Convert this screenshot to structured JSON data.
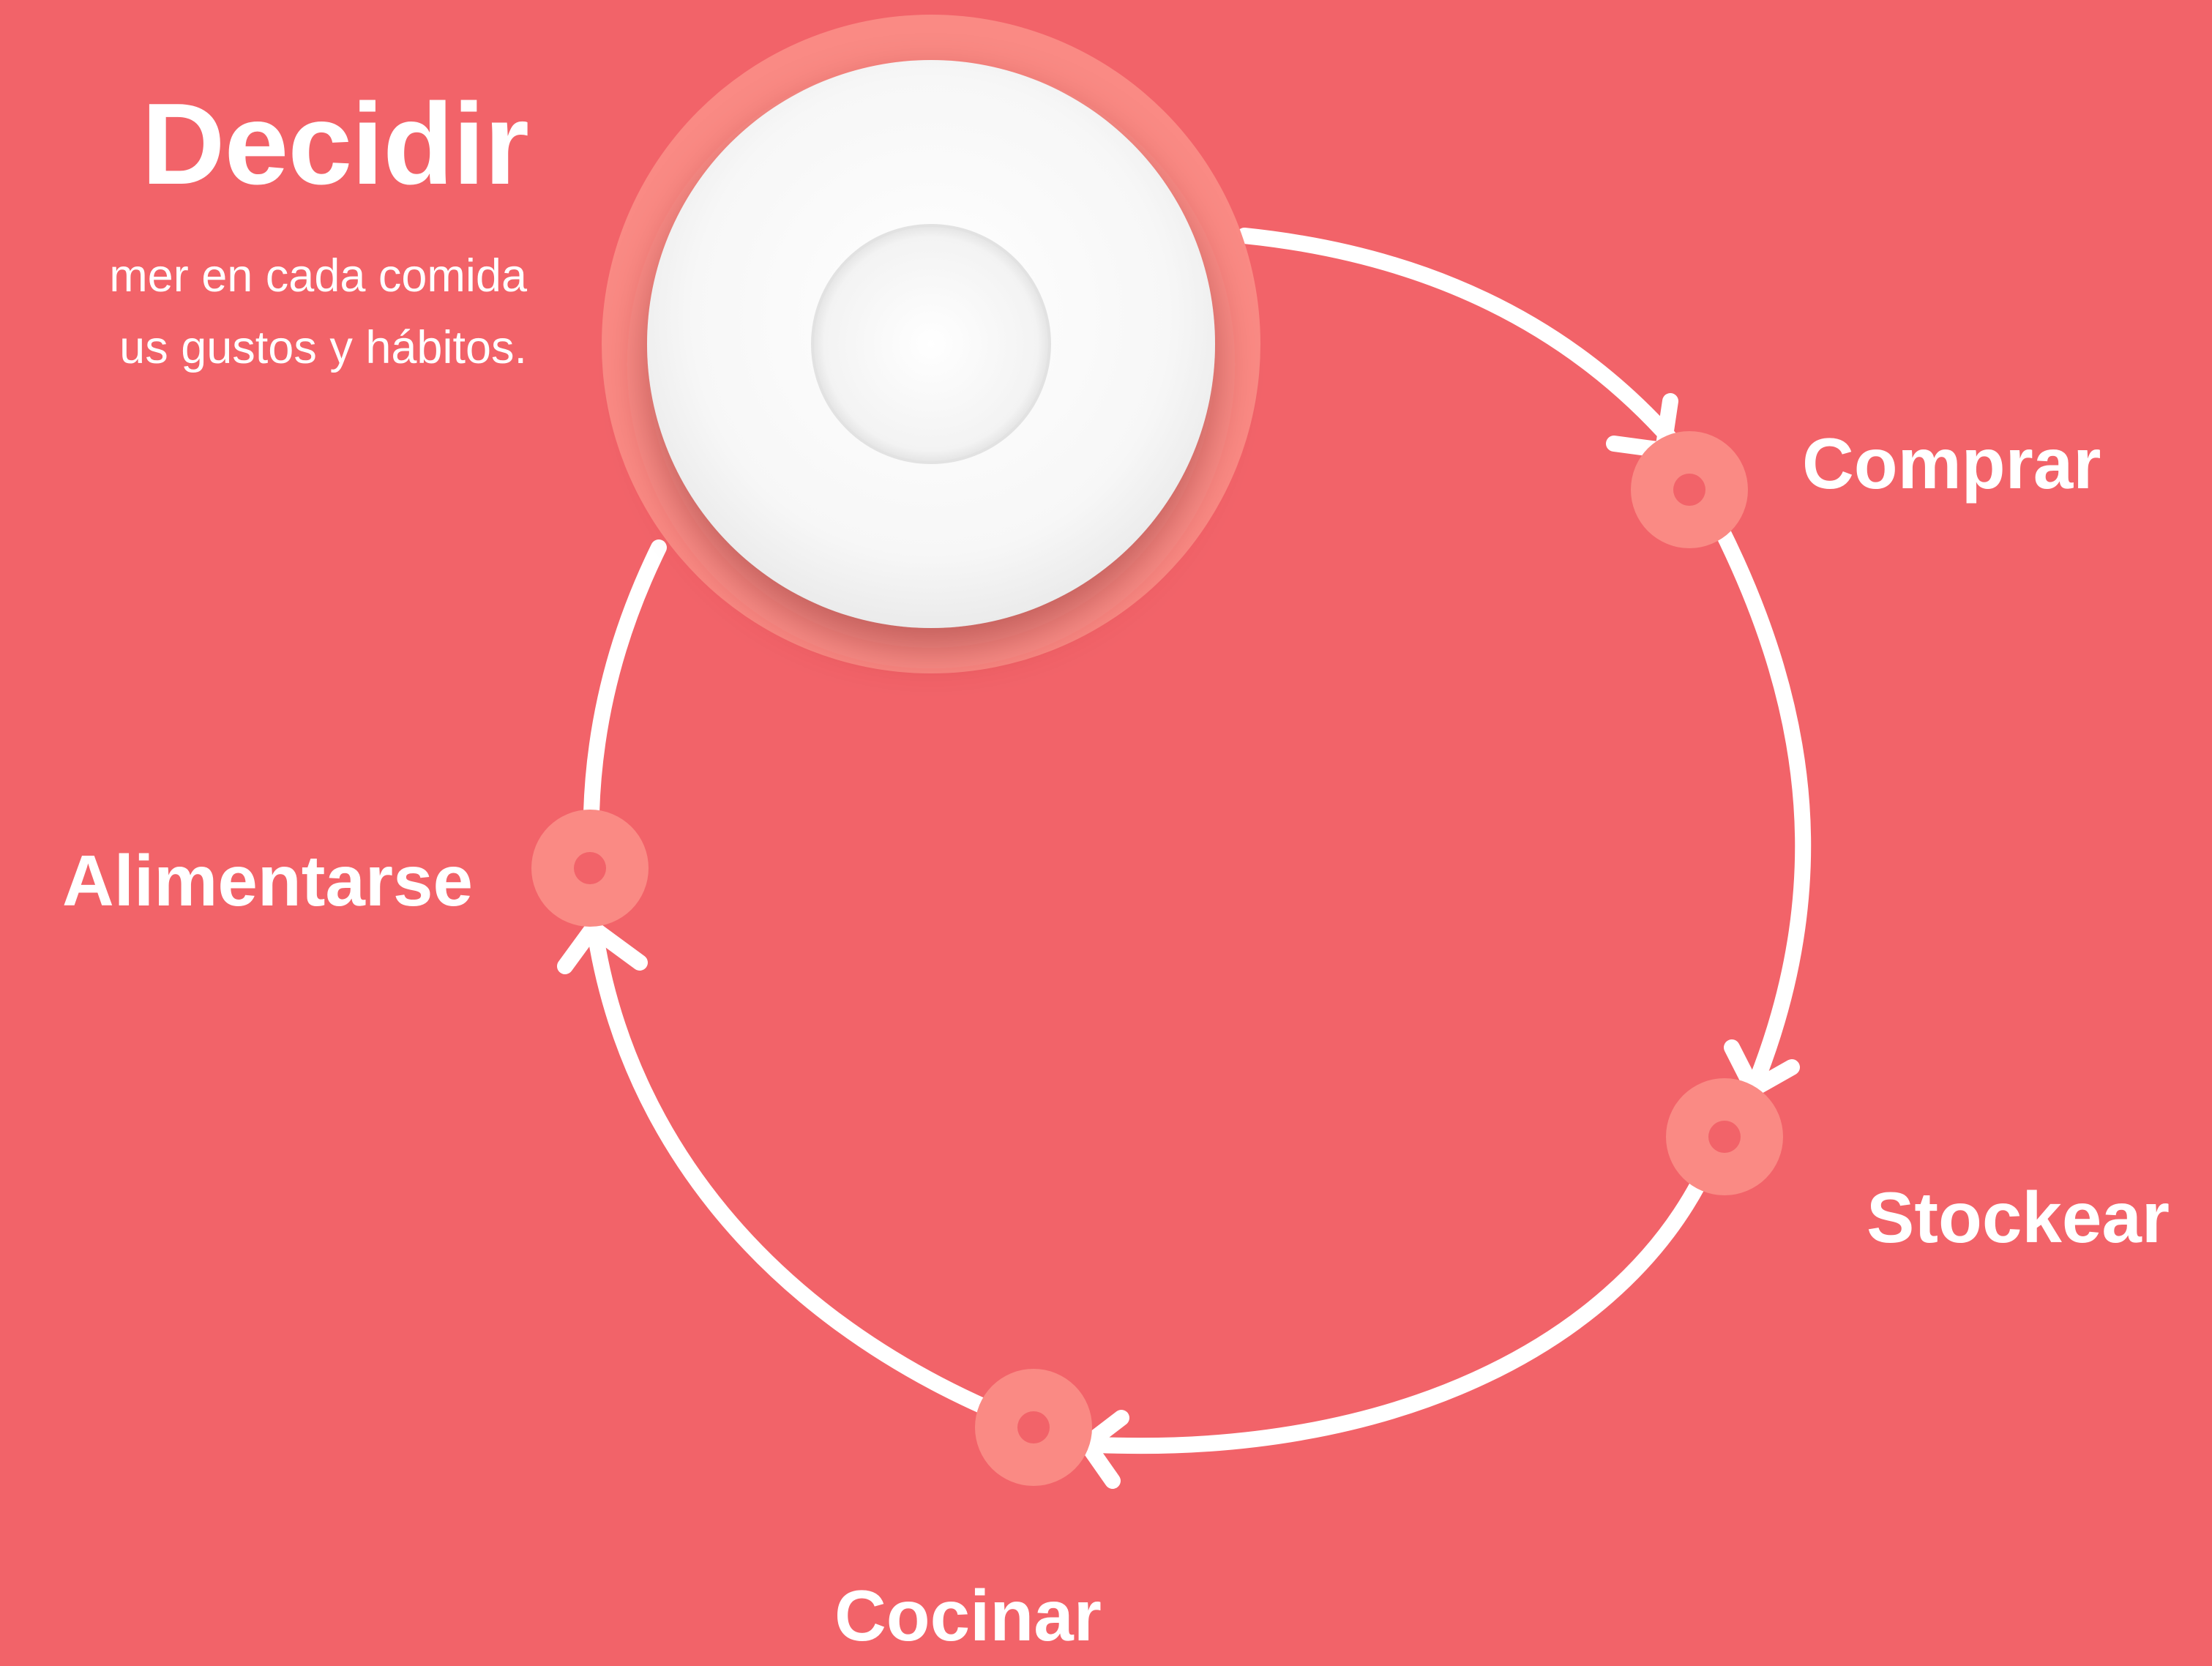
{
  "colors": {
    "background": "#F26369",
    "stroke": "#FFFFFF",
    "node_ring": "#FA8A84",
    "node_center": "#F26369",
    "plate": "#FFFFFF",
    "plate_halo": "#FA8A84"
  },
  "stages": {
    "decidir": {
      "title": "Decidir",
      "description": [
        "mer en cada comida",
        "us gustos y hábitos."
      ]
    },
    "comprar": {
      "label": "Comprar"
    },
    "stockear": {
      "label": "Stockear"
    },
    "cocinar": {
      "label": "Cocinar"
    },
    "alimentarse": {
      "label": "Alimentarse"
    }
  },
  "icons": {
    "plate": "plate-icon",
    "arrow": "arrow-head-icon",
    "node": "node-ring-icon"
  }
}
